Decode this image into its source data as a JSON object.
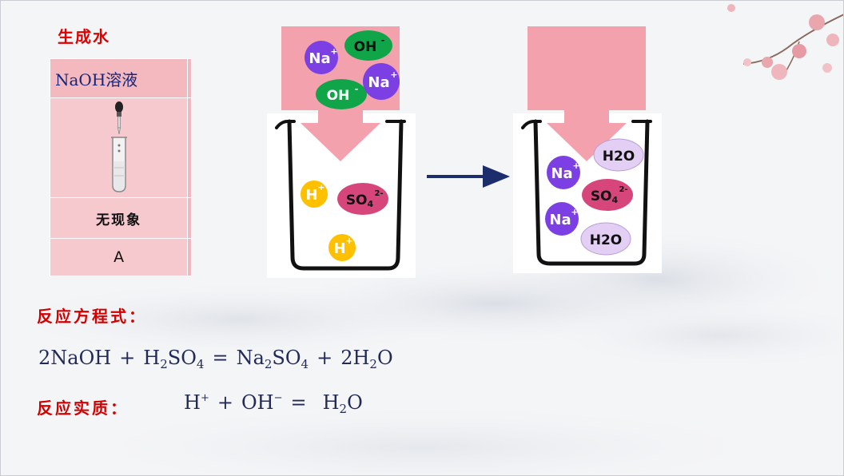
{
  "title": "生成水",
  "table": {
    "reagent": "NaOH溶液",
    "phenomenon": "无现象",
    "answer": "A"
  },
  "left_beaker": {
    "top_ions": [
      {
        "label": "Na",
        "charge": "+",
        "color": "#7b3fe4"
      },
      {
        "label": "OH",
        "charge": "-",
        "color": "#11a54a"
      },
      {
        "label": "OH",
        "charge": "-",
        "color": "#11a54a"
      },
      {
        "label": "Na",
        "charge": "+",
        "color": "#7b3fe4"
      }
    ],
    "inside_ions": [
      {
        "label": "H",
        "charge": "+",
        "color": "#ffc000"
      },
      {
        "label": "SO",
        "sub": "4",
        "charge": "2-",
        "color": "#d6467a"
      },
      {
        "label": "H",
        "charge": "+",
        "color": "#ffc000"
      }
    ]
  },
  "right_beaker": {
    "inside_ions": [
      {
        "label": "H2O",
        "color": "#e3cef4"
      },
      {
        "label": "Na",
        "charge": "+",
        "color": "#7b3fe4"
      },
      {
        "label": "SO",
        "sub": "4",
        "charge": "2-",
        "color": "#d6467a"
      },
      {
        "label": "Na",
        "charge": "+",
        "color": "#7b3fe4"
      },
      {
        "label": "H2O",
        "color": "#e3cef4"
      }
    ]
  },
  "labels": {
    "equation_label": "反应方程式：",
    "essence_label": "反应实质："
  },
  "equation": {
    "t1": "2NaOH",
    "plus": "+",
    "t2a": "H",
    "t2b": "2",
    "t2c": "SO",
    "t2d": "4",
    "eq": "=",
    "t3a": "Na",
    "t3b": "2",
    "t3c": "SO",
    "t3d": "4",
    "t4a": "2H",
    "t4b": "2",
    "t4c": "O"
  },
  "essence": {
    "h": "H",
    "h_sup": "+",
    "plus": "+",
    "oh": "OH",
    "oh_sup": "−",
    "eq": "=",
    "w_a": "H",
    "w_b": "2",
    "w_c": "O"
  },
  "colors": {
    "pink_arrow": "#f4a1ae",
    "arrow": "#1c2d6b",
    "label_red": "#d40000"
  }
}
